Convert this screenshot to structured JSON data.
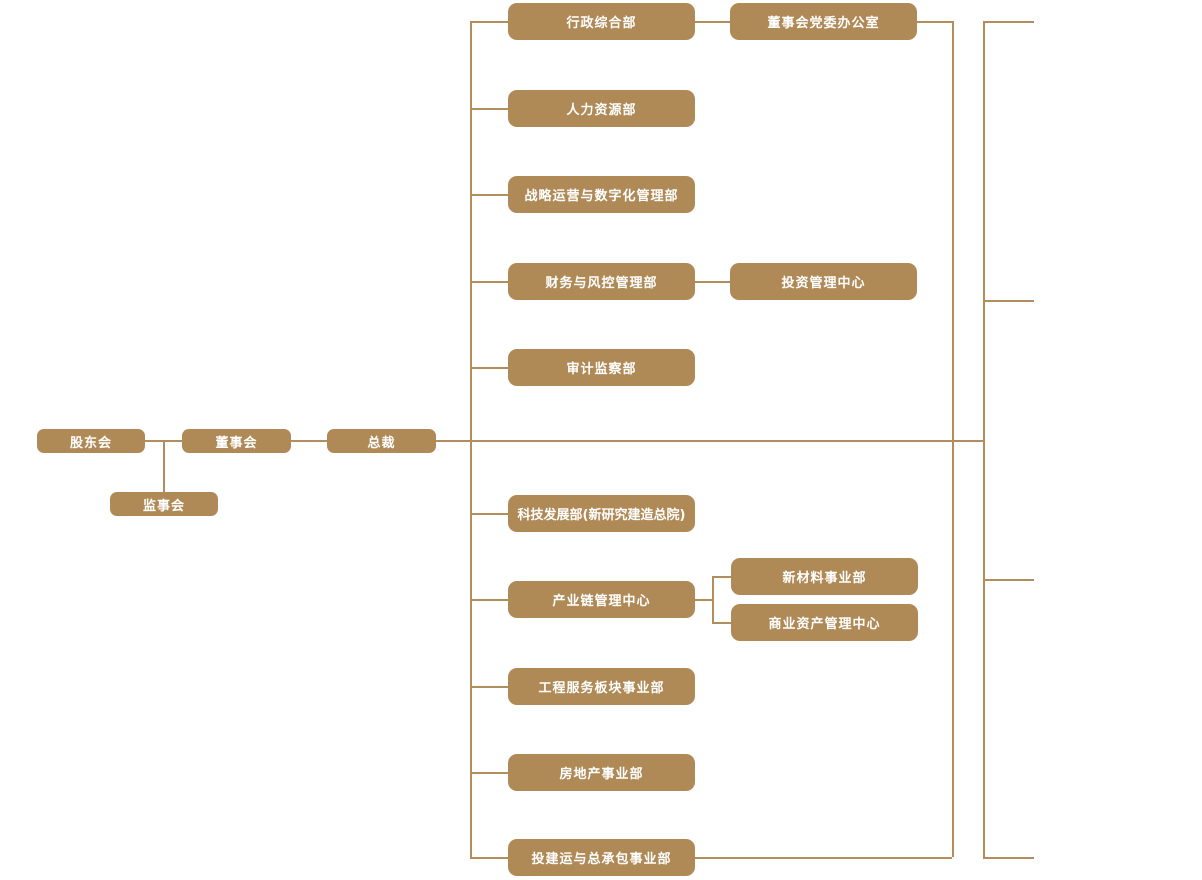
{
  "colors": {
    "background": "#ffffff",
    "box_fill": "#af8a57",
    "box_text": "#ffffff",
    "connector": "#b28e5c"
  },
  "nodes": {
    "shareholders": {
      "label": "股东会"
    },
    "board": {
      "label": "董事会"
    },
    "president": {
      "label": "总裁"
    },
    "supervisory": {
      "label": "监事会"
    },
    "admin_general": {
      "label": "行政综合部"
    },
    "board_party_office": {
      "label": "董事会党委办公室"
    },
    "human_resources": {
      "label": "人力资源部"
    },
    "strategy_digital": {
      "label": "战略运营与数字化管理部"
    },
    "finance_risk": {
      "label": "财务与风控管理部"
    },
    "investment_center": {
      "label": "投资管理中心"
    },
    "audit_supervision": {
      "label": "审计监察部"
    },
    "tech_development": {
      "label": "科技发展部(新研究建造总院)"
    },
    "industry_chain": {
      "label": "产业链管理中心"
    },
    "new_materials": {
      "label": "新材料事业部"
    },
    "commercial_assets": {
      "label": "商业资产管理中心"
    },
    "engineering_services": {
      "label": "工程服务板块事业部"
    },
    "real_estate": {
      "label": "房地产事业部"
    },
    "invest_build_contract": {
      "label": "投建运与总承包事业部"
    }
  }
}
